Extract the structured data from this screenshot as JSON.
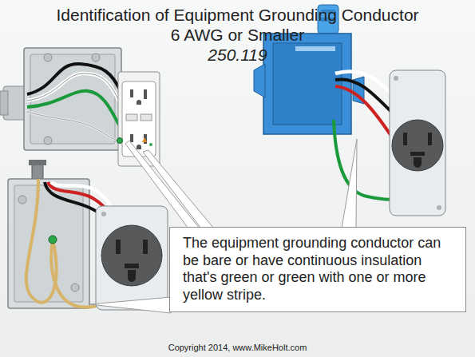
{
  "diagram": {
    "title": "Identification of Equipment Grounding Conductor",
    "caption": "Copyright 2014, www.MikeHolt.com",
    "nodes": [
      {
        "text": [
          "The equipment grounding conductor can be bare or have continuous insulation that's green or green with one or more yellow stripe."
        ]
      }
    ],
    "labels": [
      "6 AWG or Smaller",
      "250.119"
    ]
  }
}
